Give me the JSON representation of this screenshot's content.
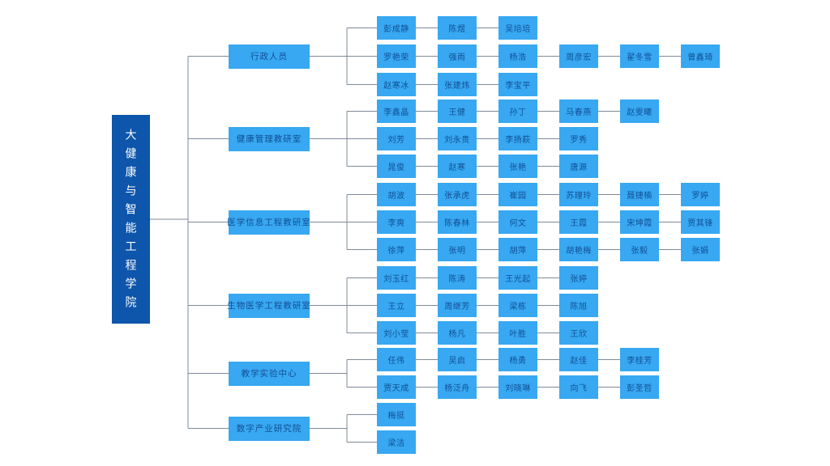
{
  "root": {
    "label": "大健康与智能工程学院"
  },
  "colors": {
    "root_bg": "#0d56ab",
    "node_bg": "#37a8f1",
    "node_text": "#124f96",
    "root_text": "#ffffff",
    "line": "#7e8a9a"
  },
  "departments": [
    {
      "name": "行政人员",
      "rows": [
        [
          "彭成静",
          "陈煜",
          "吴培培"
        ],
        [
          "罗艳荣",
          "强雨",
          "杨浩",
          "周彦宏",
          "翟冬雪",
          "曾鑫琦"
        ],
        [
          "赵寒冰",
          "张建炜",
          "李宝平"
        ]
      ]
    },
    {
      "name": "健康管理教研室",
      "rows": [
        [
          "李鑫晶",
          "王健",
          "孙丁",
          "马春燕",
          "赵雯曦"
        ],
        [
          "刘芳",
          "刘永贵",
          "李扬萩",
          "罗秀"
        ],
        [
          "晁俊",
          "赵寒",
          "张艳",
          "唐源"
        ]
      ]
    },
    {
      "name": "医学信息工程教研室",
      "rows": [
        [
          "胡波",
          "张承虎",
          "崔园",
          "苏理玲",
          "聂捷楠",
          "罗婷"
        ],
        [
          "李爽",
          "陈春林",
          "何文",
          "王霞",
          "宋坤霞",
          "贾其锋"
        ],
        [
          "徐萍",
          "张明",
          "胡萍",
          "胡艳梅",
          "张毅",
          "张娟"
        ]
      ]
    },
    {
      "name": "生物医学工程教研室",
      "rows": [
        [
          "刘玉红",
          "陈涛",
          "王光起",
          "张婷"
        ],
        [
          "王立",
          "周继芳",
          "梁栋",
          "陈旭"
        ],
        [
          "刘小莹",
          "杨凡",
          "叶胜",
          "王欣"
        ]
      ]
    },
    {
      "name": "教学实验中心",
      "rows": [
        [
          "任伟",
          "吴启",
          "杨勇",
          "赵佳",
          "李桂芳"
        ],
        [
          "贾天成",
          "杨泛舟",
          "刘晓琳",
          "向飞",
          "彭圣哲"
        ]
      ]
    },
    {
      "name": "数字产业研究院",
      "rows": [
        [
          "梅挺"
        ],
        [
          "梁洁"
        ]
      ]
    }
  ]
}
